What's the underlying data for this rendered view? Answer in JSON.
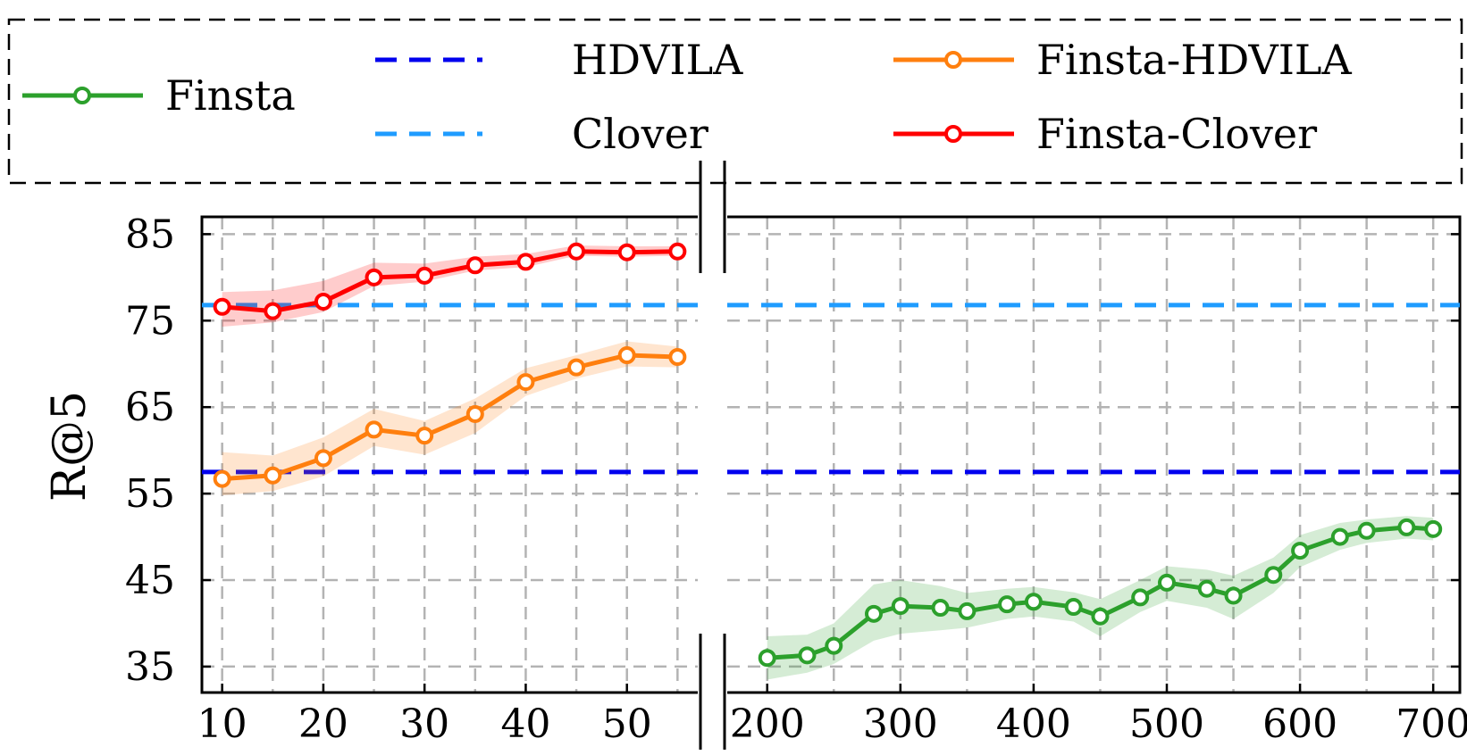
{
  "chart_data": {
    "type": "line",
    "ylabel": "R@5",
    "xlabel": "",
    "ylim": [
      32,
      87
    ],
    "y_ticks": [
      35,
      45,
      55,
      65,
      75,
      85
    ],
    "x_axis_broken": true,
    "x_left_range": [
      8,
      57
    ],
    "x_right_range": [
      170,
      720
    ],
    "x_left_ticks": [
      10,
      20,
      30,
      40,
      50
    ],
    "x_right_ticks": [
      200,
      300,
      400,
      500,
      600,
      700
    ],
    "grid": true,
    "legend_position": "top",
    "legend": [
      "Finsta",
      "HDVILA",
      "Finsta-HDVILA",
      "Clover",
      "Finsta-Clover"
    ],
    "series": [
      {
        "name": "Finsta",
        "segment": "right",
        "color": "#2ca02c",
        "x": [
          200,
          230,
          250,
          280,
          300,
          330,
          350,
          380,
          400,
          430,
          450,
          480,
          500,
          530,
          550,
          580,
          600,
          630,
          650,
          680,
          700
        ],
        "values": [
          36.0,
          36.3,
          37.4,
          41.1,
          42.0,
          41.8,
          41.4,
          42.2,
          42.5,
          41.9,
          40.8,
          43.0,
          44.7,
          44.0,
          43.2,
          45.6,
          48.4,
          50.0,
          50.7,
          51.1,
          50.9
        ],
        "band_lower": [
          33.5,
          34.3,
          35.3,
          38.0,
          38.8,
          39.2,
          39.5,
          40.5,
          40.8,
          40.2,
          38.5,
          41.3,
          42.6,
          41.8,
          40.5,
          43.5,
          46.5,
          48.5,
          49.3,
          49.8,
          49.6
        ],
        "band_upper": [
          38.5,
          38.7,
          40.0,
          44.5,
          45.0,
          44.3,
          43.5,
          44.0,
          44.2,
          43.6,
          42.8,
          45.0,
          46.6,
          46.2,
          45.5,
          47.6,
          50.2,
          51.6,
          52.0,
          52.4,
          52.2
        ]
      },
      {
        "name": "HDVILA",
        "segment": "both",
        "color": "#0000ee",
        "style": "dashed",
        "constant": 57.5
      },
      {
        "name": "Finsta-HDVILA",
        "segment": "left",
        "color": "#ff7f0e",
        "x": [
          10,
          15,
          20,
          25,
          30,
          35,
          40,
          45,
          50,
          55
        ],
        "values": [
          56.7,
          57.1,
          59.1,
          62.4,
          61.7,
          64.2,
          67.9,
          69.6,
          71.0,
          70.8
        ],
        "band_lower": [
          54.8,
          55.3,
          57.0,
          60.5,
          59.5,
          62.0,
          66.3,
          68.3,
          69.7,
          69.6
        ],
        "band_upper": [
          59.8,
          59.4,
          61.5,
          64.8,
          63.4,
          66.0,
          69.5,
          71.0,
          72.6,
          72.0
        ]
      },
      {
        "name": "Clover",
        "segment": "both",
        "color": "#1f9cff",
        "style": "dashed",
        "constant": 76.8
      },
      {
        "name": "Finsta-Clover",
        "segment": "left",
        "color": "#ff0000",
        "x": [
          10,
          15,
          20,
          25,
          30,
          35,
          40,
          45,
          50,
          55
        ],
        "values": [
          76.6,
          76.1,
          77.2,
          80.0,
          80.2,
          81.4,
          81.8,
          83.0,
          82.9,
          83.0
        ],
        "band_lower": [
          74.3,
          74.8,
          76.0,
          79.0,
          79.5,
          80.8,
          81.2,
          82.5,
          82.4,
          82.5
        ],
        "band_upper": [
          78.3,
          78.5,
          79.6,
          81.7,
          81.6,
          82.4,
          82.7,
          83.7,
          83.6,
          83.6
        ]
      }
    ]
  }
}
